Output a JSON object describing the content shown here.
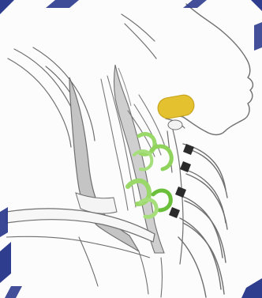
{
  "colors": {
    "background": "#fbfcfb",
    "outline": "#6f6f6f",
    "outline_light": "#9a9a9a",
    "muscle_fill": "#b9b9b9",
    "muscle_fill_dark": "#8e8e8e",
    "hyoid_yellow": "#e3c12f",
    "hyoid_yellow_edge": "#c9a520",
    "lymph_green": "#9ad86a",
    "lymph_green_dark": "#6bbf3a",
    "node_black": "#2b2b2b",
    "frame_blue": "#2f3d8e"
  },
  "icons": {
    "frame": "blue-corner-tabs",
    "hyoid": "yellow-rounded-bar",
    "lymph_nodes": "green-crescents",
    "markers": "black-arrow-markers"
  }
}
